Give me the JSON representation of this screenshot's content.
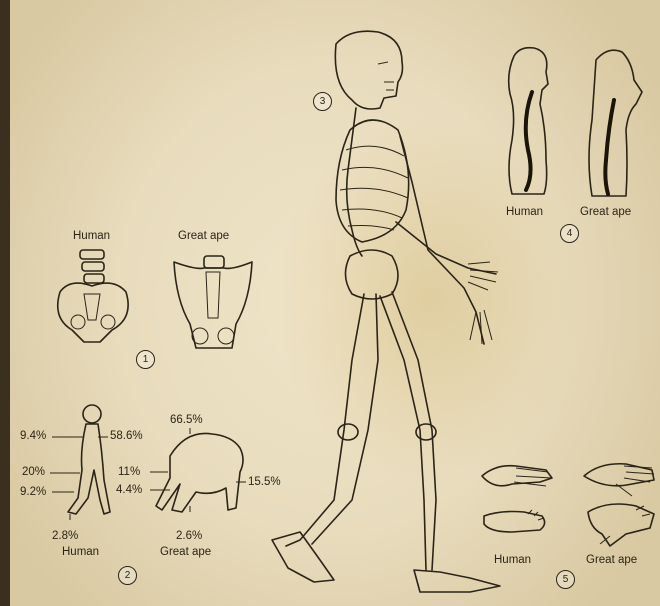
{
  "panel1": {
    "number": "1",
    "human_label": "Human",
    "ape_label": "Great ape"
  },
  "panel2": {
    "number": "2",
    "human_label": "Human",
    "ape_label": "Great ape",
    "human_percentages": {
      "head": "9.4%",
      "trunk": "58.6%",
      "thigh": "20%",
      "leg": "9.2%",
      "foot": "2.8%"
    },
    "ape_percentages": {
      "trunk": "66.5%",
      "arm": "11%",
      "thigh": "4.4%",
      "leg": "15.5%",
      "foot": "2.6%"
    }
  },
  "panel3": {
    "number": "3"
  },
  "panel4": {
    "number": "4",
    "human_label": "Human",
    "ape_label": "Great ape"
  },
  "panel5": {
    "number": "5",
    "human_label": "Human",
    "ape_label": "Great ape"
  }
}
